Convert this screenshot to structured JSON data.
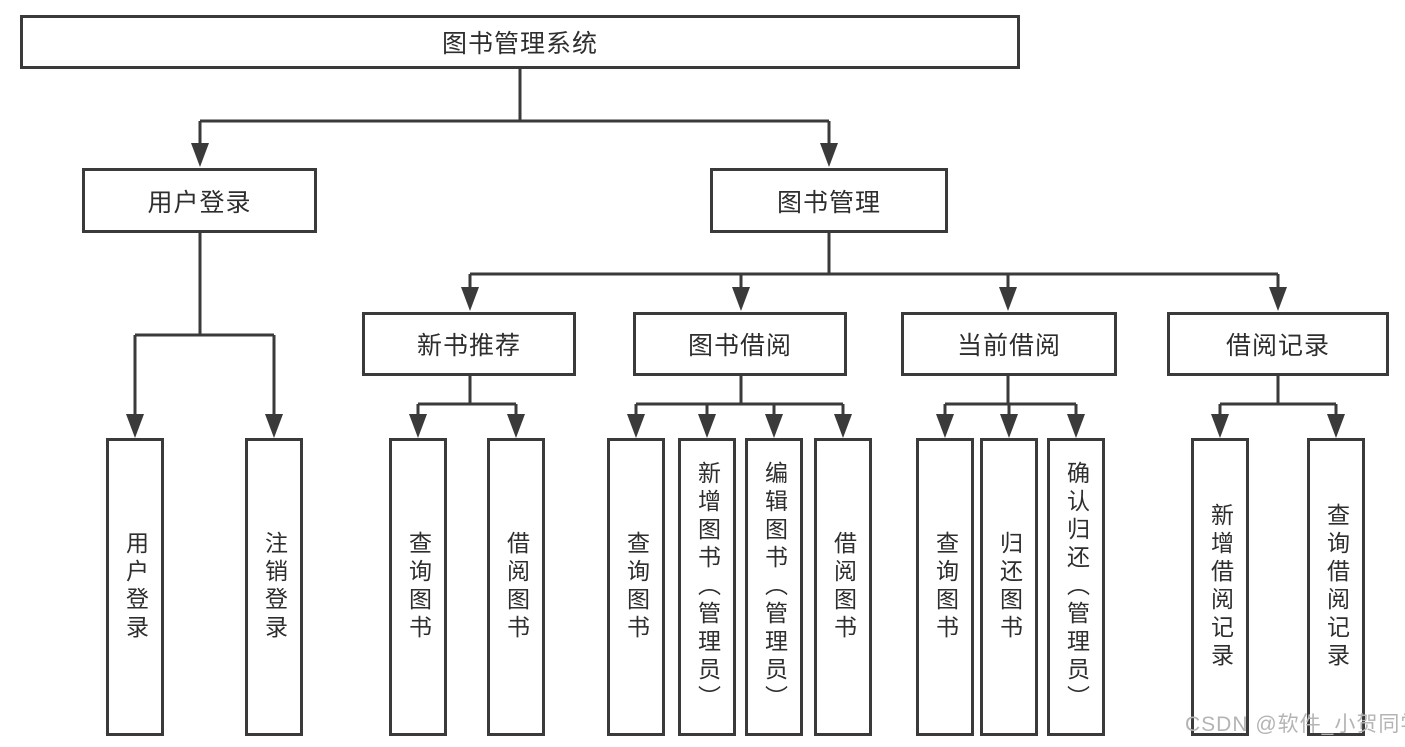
{
  "title": "图书管理系统",
  "tree": {
    "root": {
      "label": "图书管理系统",
      "children": [
        {
          "label": "用户登录",
          "children": [
            {
              "label": "用户登录"
            },
            {
              "label": "注销登录"
            }
          ]
        },
        {
          "label": "图书管理",
          "children": [
            {
              "label": "新书推荐",
              "children": [
                {
                  "label": "查询图书"
                },
                {
                  "label": "借阅图书"
                }
              ]
            },
            {
              "label": "图书借阅",
              "children": [
                {
                  "label": "查询图书"
                },
                {
                  "label": "新增图书（管理员）"
                },
                {
                  "label": "编辑图书（管理员）"
                },
                {
                  "label": "借阅图书"
                }
              ]
            },
            {
              "label": "当前借阅",
              "children": [
                {
                  "label": "查询图书"
                },
                {
                  "label": "归还图书"
                },
                {
                  "label": "确认归还（管理员）"
                }
              ]
            },
            {
              "label": "借阅记录",
              "children": [
                {
                  "label": "新增借阅记录"
                },
                {
                  "label": "查询借阅记录"
                }
              ]
            }
          ]
        }
      ]
    }
  },
  "watermark": "CSDN @软件_小贺同学",
  "colors": {
    "line": "#3a3a3a",
    "border": "#3a3a3a",
    "text": "#2e2e2e",
    "watermark": "#b4b4b4",
    "background": "#ffffff"
  }
}
